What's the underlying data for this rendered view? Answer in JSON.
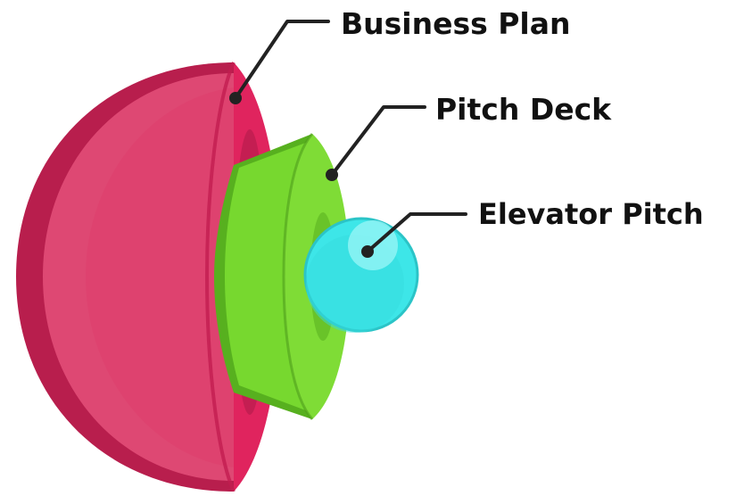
{
  "labels": {
    "outer": "Business Plan",
    "middle": "Pitch Deck",
    "inner": "Elevator Pitch"
  },
  "colors": {
    "outer_shell": "#e0245e",
    "outer_dark": "#b81e4d",
    "outer_light": "#e4507a",
    "middle_shell": "#77d82f",
    "middle_dark": "#57b01f",
    "inner_sphere": "#3de6e8",
    "inner_highlight": "#8ff3f5",
    "leader_line": "#222222",
    "text": "#111111"
  }
}
